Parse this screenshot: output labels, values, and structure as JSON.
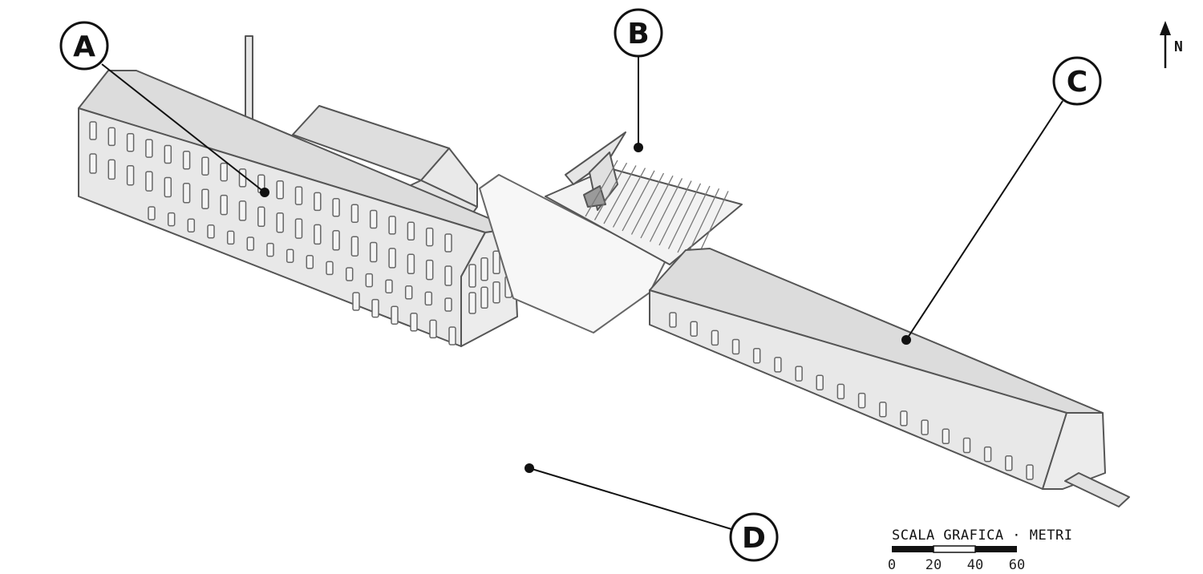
{
  "diagram": {
    "callouts": [
      {
        "id": "A",
        "label": "A"
      },
      {
        "id": "B",
        "label": "B"
      },
      {
        "id": "C",
        "label": "C"
      },
      {
        "id": "D",
        "label": "D"
      }
    ],
    "north_label": "N",
    "scale_bar": {
      "title": "SCALA GRAFICA · METRI",
      "ticks": [
        "0",
        "20",
        "40",
        "60"
      ]
    },
    "colors": {
      "facade": "#e8e8e8",
      "roof": "#dcdcdc",
      "outline": "#555555",
      "line": "#111111"
    }
  }
}
